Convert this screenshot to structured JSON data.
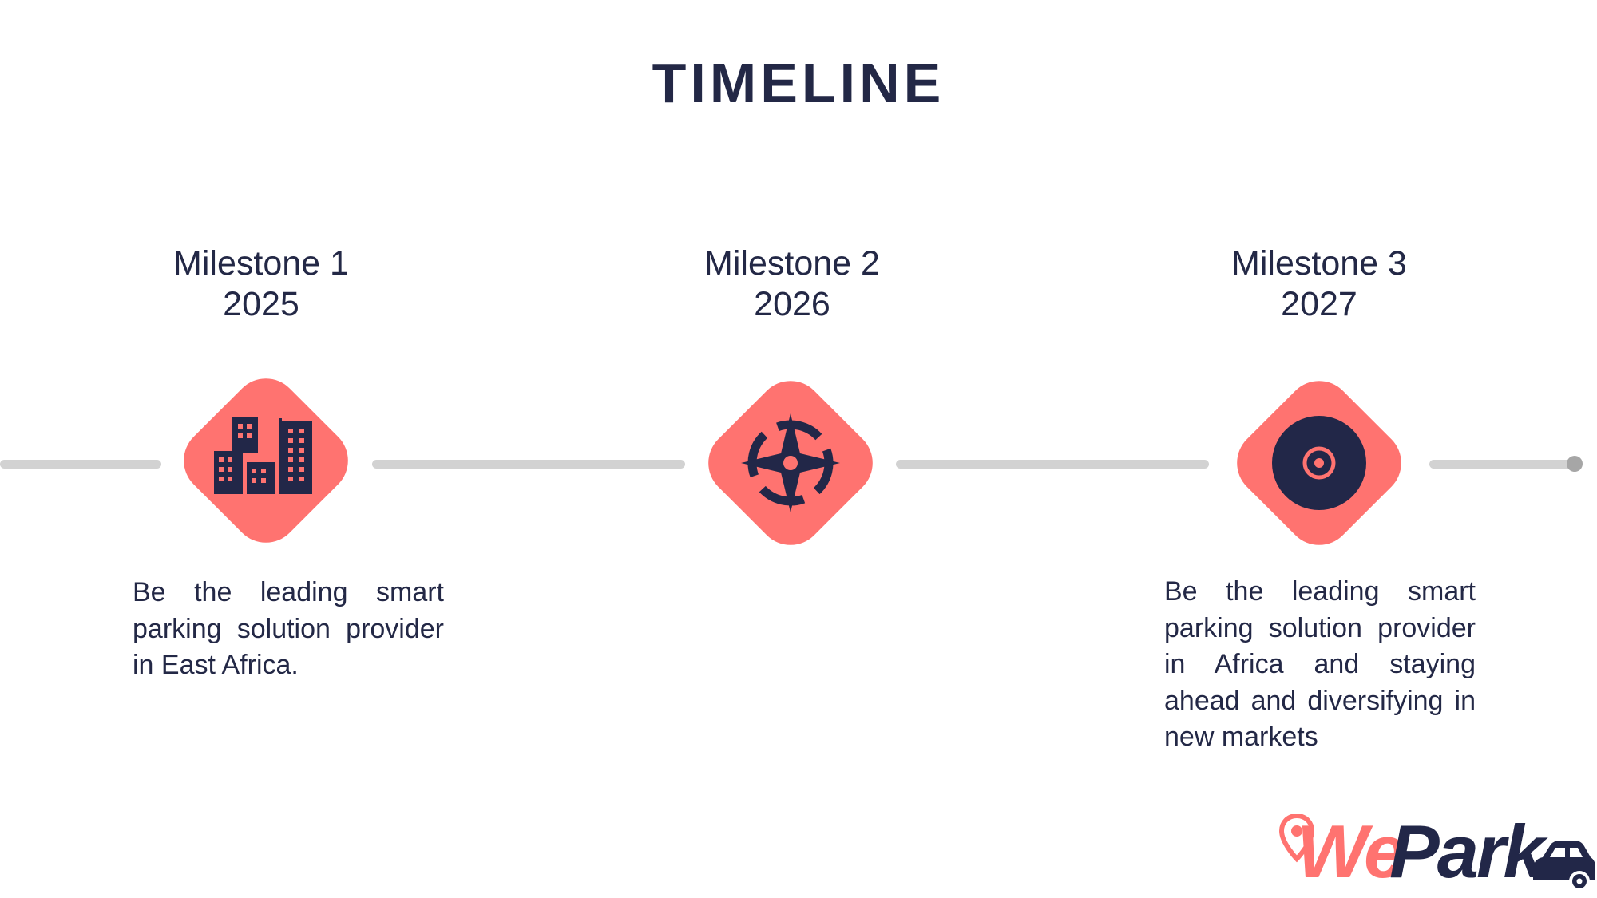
{
  "title": "TIMELINE",
  "milestones": [
    {
      "label": "Milestone 1",
      "year": "2025",
      "icon": "city-buildings-icon",
      "description": "Be the leading smart parking solution provider in East Africa."
    },
    {
      "label": "Milestone 2",
      "year": "2026",
      "icon": "compass-icon",
      "description": ""
    },
    {
      "label": "Milestone 3",
      "year": "2027",
      "icon": "target-icon",
      "description": "Be the leading smart parking solution provider in Africa and staying ahead and diversifying in new markets"
    }
  ],
  "logo": {
    "part1": "We",
    "part2": "Park",
    "icons": [
      "map-pin-icon",
      "car-icon"
    ]
  },
  "colors": {
    "accent": "#FF7370",
    "navy": "#222748",
    "line": "#D2D2D2",
    "dot": "#A6A6A6"
  }
}
